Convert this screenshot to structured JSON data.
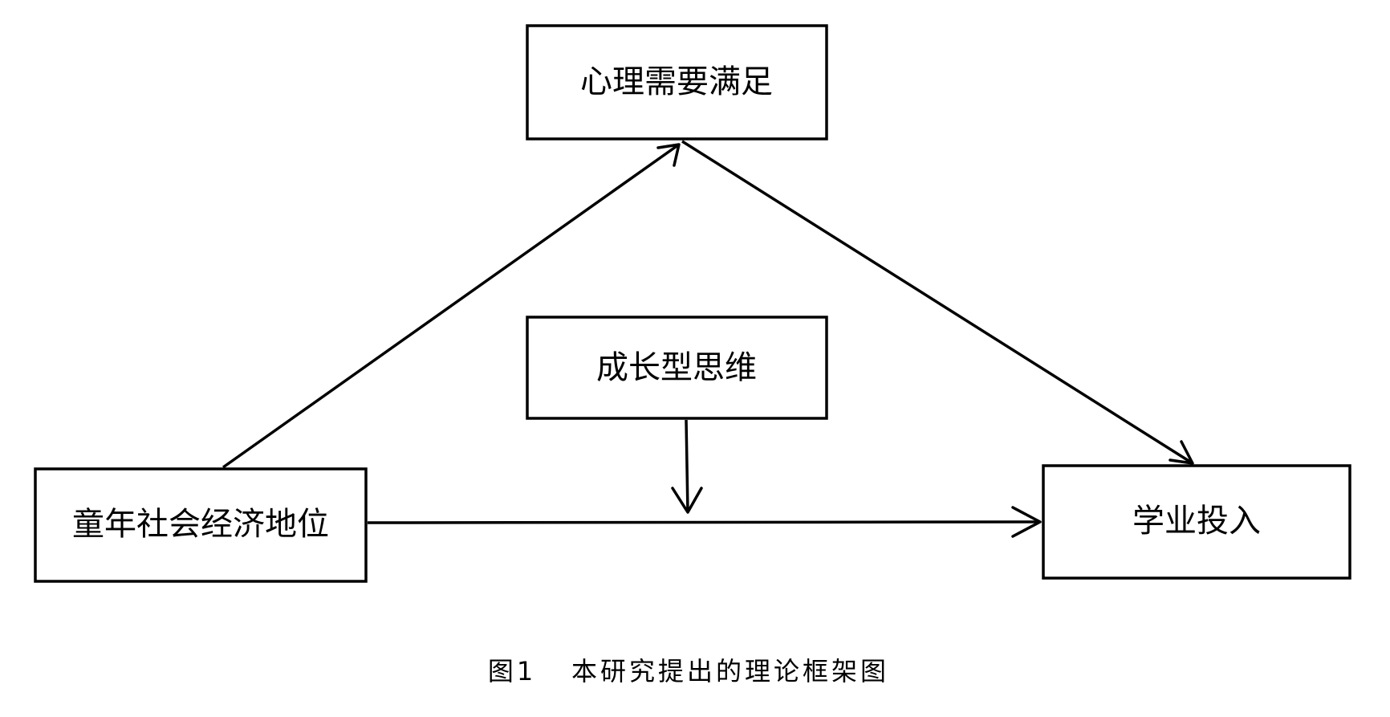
{
  "nodes": {
    "mediator": {
      "label": "心理需要满足"
    },
    "moderator": {
      "label": "成长型思维"
    },
    "predictor": {
      "label": "童年社会经济地位"
    },
    "outcome": {
      "label": "学业投入"
    }
  },
  "caption": {
    "label": "图1",
    "text": "本研究提出的理论框架图"
  },
  "colors": {
    "stroke": "#000000",
    "background": "#ffffff"
  }
}
